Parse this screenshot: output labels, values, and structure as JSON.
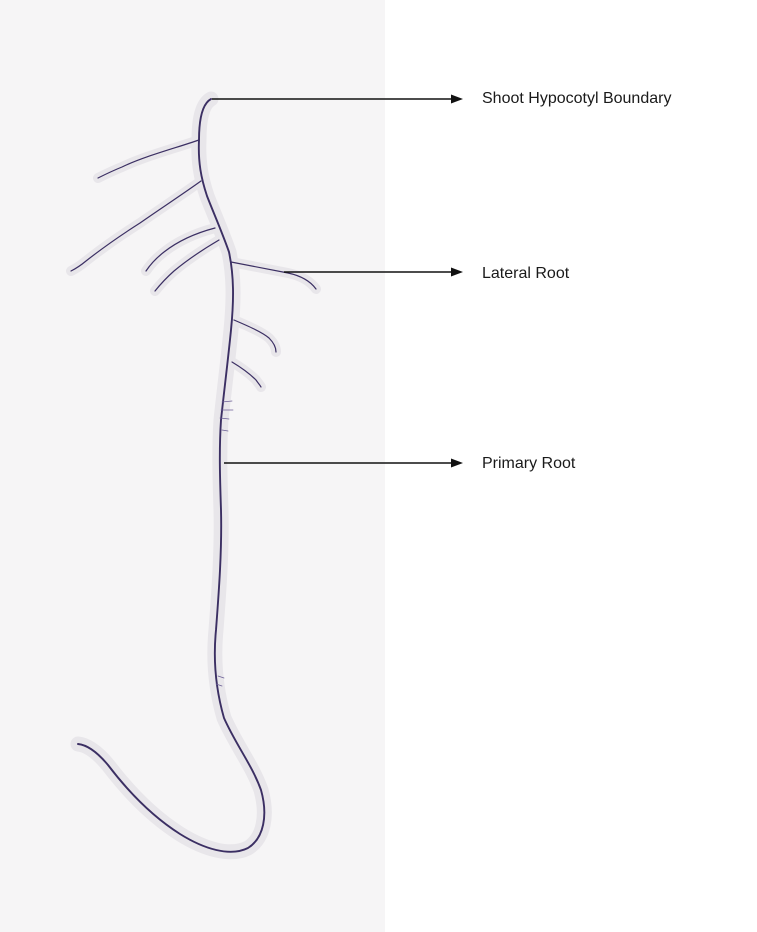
{
  "labels": {
    "shoot_hypocotyl_boundary": "Shoot Hypocotyl Boundary",
    "lateral_root": "Lateral Root",
    "primary_root": "Primary Root"
  },
  "colors": {
    "root_ink": "#3b2f63",
    "root_halo": "#e8e6ea",
    "pointer": "#111111",
    "label_text": "#1a1a1a"
  }
}
